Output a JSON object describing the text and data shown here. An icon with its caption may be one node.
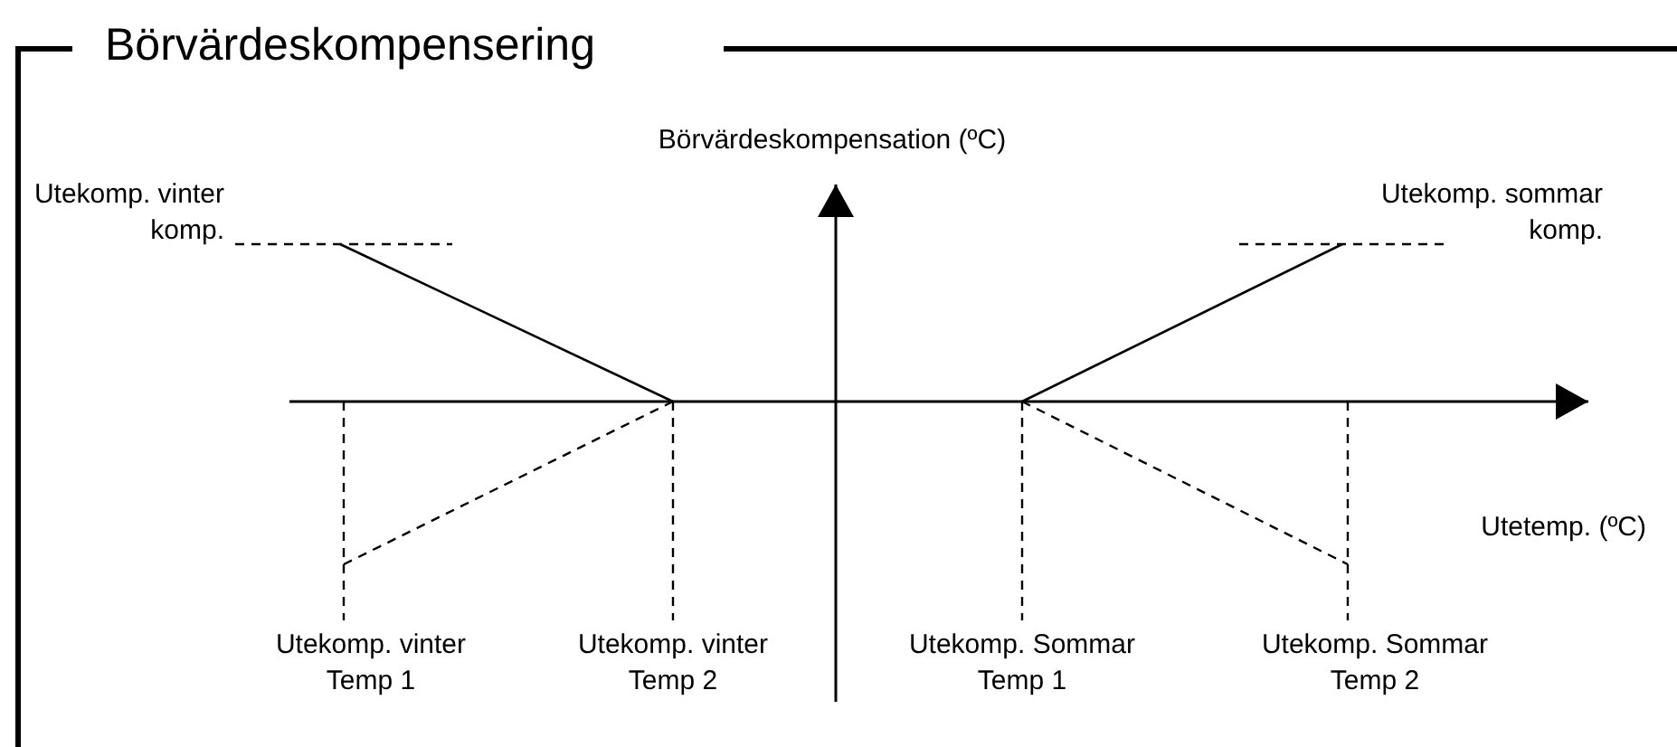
{
  "diagram": {
    "nodes": [
      {
        "text": [
          "Börvärdeskompensering"
        ]
      }
    ],
    "labels": [
      "Börvärdeskompensation (ºC)",
      "Utekomp. vinter komp.",
      "Utekomp. sommar komp.",
      "Utetemp. (ºC)",
      "Utekomp. vinter Temp 1",
      "Utekomp. vinter Temp 2",
      "Utekomp. Sommar Temp 1",
      "Utekomp. Sommar Temp 2"
    ]
  }
}
